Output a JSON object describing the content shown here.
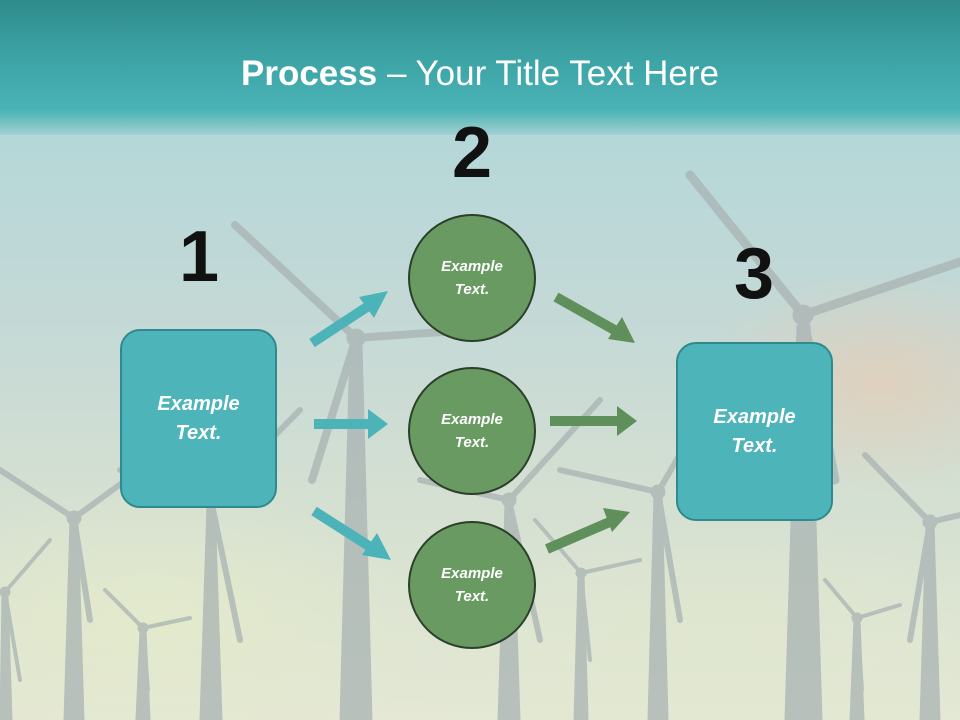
{
  "title": {
    "bold": "Process",
    "rest": " – Your Title Text Here"
  },
  "steps": {
    "one": {
      "number": "1",
      "text": "Example\nText."
    },
    "two": {
      "number": "2",
      "circles": [
        {
          "text": "Example\nText."
        },
        {
          "text": "Example\nText."
        },
        {
          "text": "Example\nText."
        }
      ]
    },
    "three": {
      "number": "3",
      "text": "Example\nText."
    }
  },
  "colors": {
    "teal_box": "#4db4b9",
    "green_circle": "#689a62",
    "teal_arrow": "#4cb3b8",
    "green_arrow": "#5f8f5a"
  },
  "background": {
    "icon": "wind-turbine-icon"
  }
}
